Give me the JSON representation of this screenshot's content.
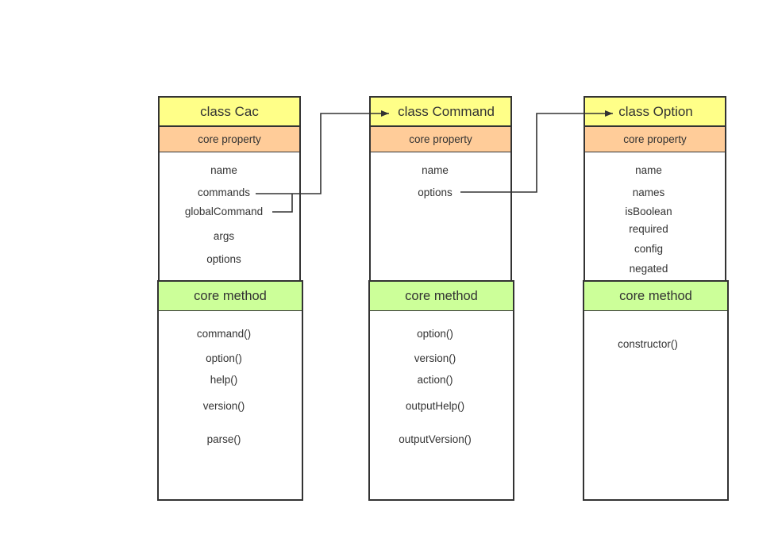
{
  "classes": {
    "cac": {
      "title": "class Cac",
      "property_header": "core property",
      "properties": [
        "name",
        "commands",
        "globalCommand",
        "args",
        "options"
      ],
      "method_header": "core method",
      "methods": [
        "command()",
        "option()",
        "help()",
        "version()",
        "parse()"
      ]
    },
    "command": {
      "title": "class Command",
      "property_header": "core property",
      "properties": [
        "name",
        "options"
      ],
      "method_header": "core method",
      "methods": [
        "option()",
        "version()",
        "action()",
        "outputHelp()",
        "outputVersion()"
      ]
    },
    "option": {
      "title": "class Option",
      "property_header": "core property",
      "properties": [
        "name",
        "names",
        "isBoolean",
        "required",
        "config",
        "negated"
      ],
      "method_header": "core method",
      "methods": [
        "constructor()"
      ]
    }
  },
  "colors": {
    "title_fill": "#ffff88",
    "property_header_fill": "#ffcc99",
    "method_header_fill": "#ccff99",
    "stroke": "#333333"
  }
}
